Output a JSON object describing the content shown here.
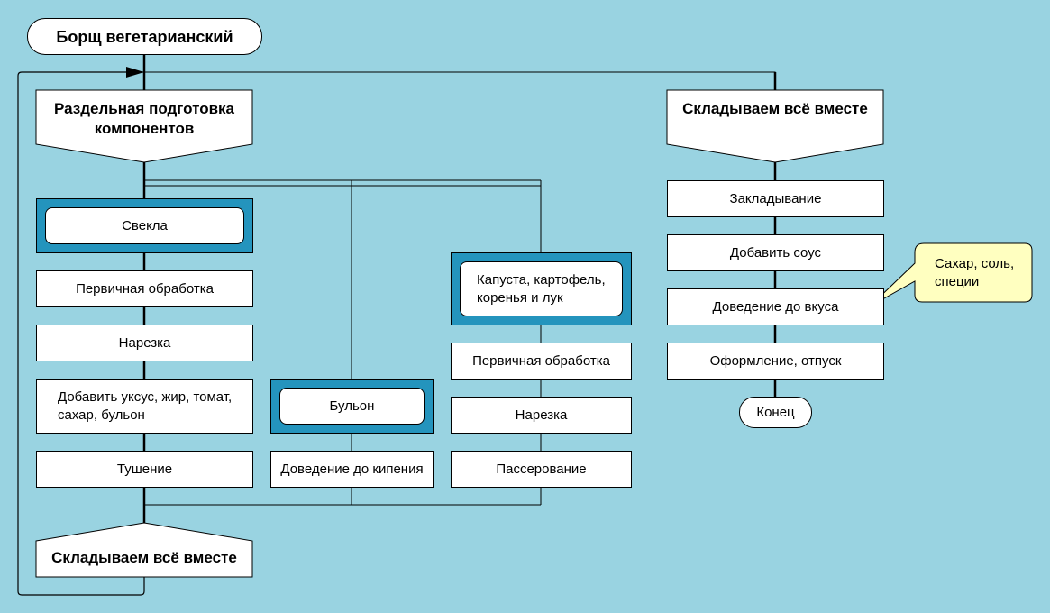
{
  "title": "Борщ вегетарианский",
  "prep_header": "Раздельная подготовка компонентов",
  "combine_header_right": "Складываем всё вместе",
  "combine_header_bottom": "Складываем всё вместе",
  "beet": {
    "label": "Свекла",
    "steps": [
      "Первичная обработка",
      "Нарезка",
      "Добавить уксус, жир, томат, сахар, бульон",
      "Тушение"
    ]
  },
  "broth": {
    "label": "Бульон",
    "steps": [
      "Доведение до кипения"
    ]
  },
  "veg": {
    "label": "Капуста, картофель, коренья и лук",
    "steps": [
      "Первичная обработка",
      "Нарезка",
      "Пассерование"
    ]
  },
  "assembly": {
    "steps": [
      "Закладывание",
      "Добавить соус",
      "Доведение до вкуса",
      "Оформление, отпуск"
    ],
    "end": "Конец"
  },
  "callout": "Сахар, соль, специи",
  "colors": {
    "background": "#99d3e1",
    "frame": "#2494bd",
    "callout": "#ffffc0"
  }
}
